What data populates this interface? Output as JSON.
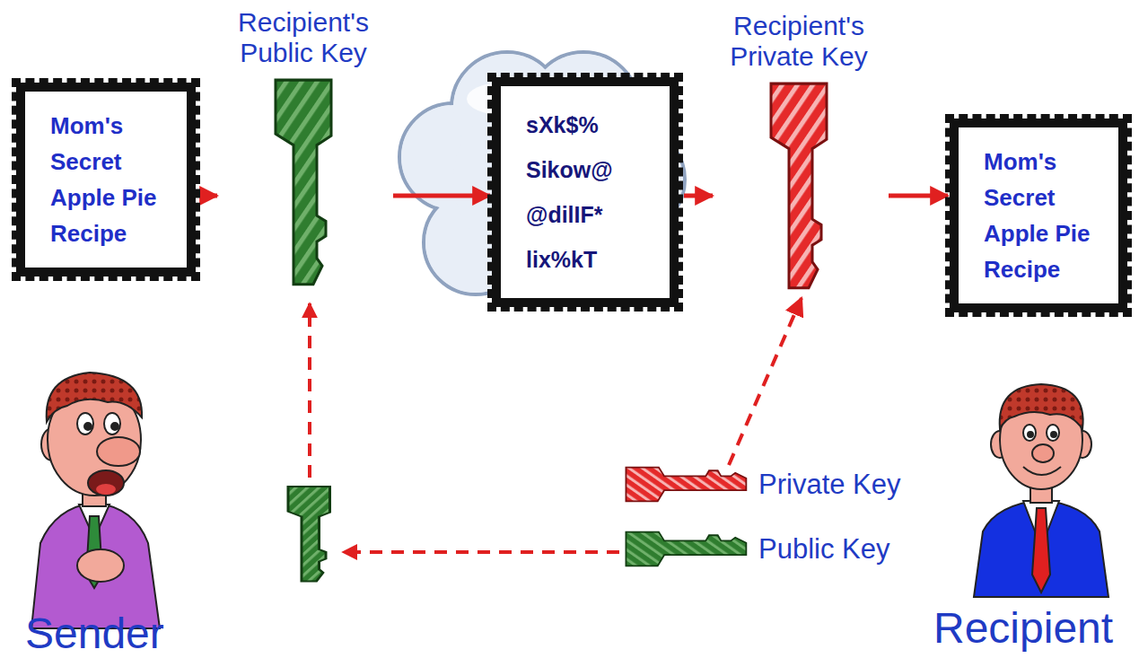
{
  "diagram": {
    "nodes": [
      {
        "text": [
          "Mom's Secret Apple Pie Recipe"
        ]
      },
      {
        "text": [
          "Recipient's Public Key"
        ]
      },
      {
        "text": [
          "sXk$% Sikow@ @dilIF* lix%kT"
        ]
      },
      {
        "text": [
          "Recipient's Private Key"
        ]
      },
      {
        "text": [
          "Mom's Secret Apple Pie Recipe"
        ]
      },
      {
        "text": [
          "Private Key"
        ]
      },
      {
        "text": [
          "Public Key"
        ]
      }
    ],
    "edges": [
      {
        "from": 0,
        "to": 1,
        "arrow": "to"
      },
      {
        "from": 1,
        "to": 2,
        "arrow": "to"
      },
      {
        "from": 2,
        "to": 3,
        "arrow": "to"
      },
      {
        "from": 3,
        "to": 4,
        "arrow": "to"
      },
      {
        "from": 5,
        "to": 3,
        "arrow": "to"
      }
    ],
    "labels": [
      "Sender",
      "Recipient"
    ]
  }
}
